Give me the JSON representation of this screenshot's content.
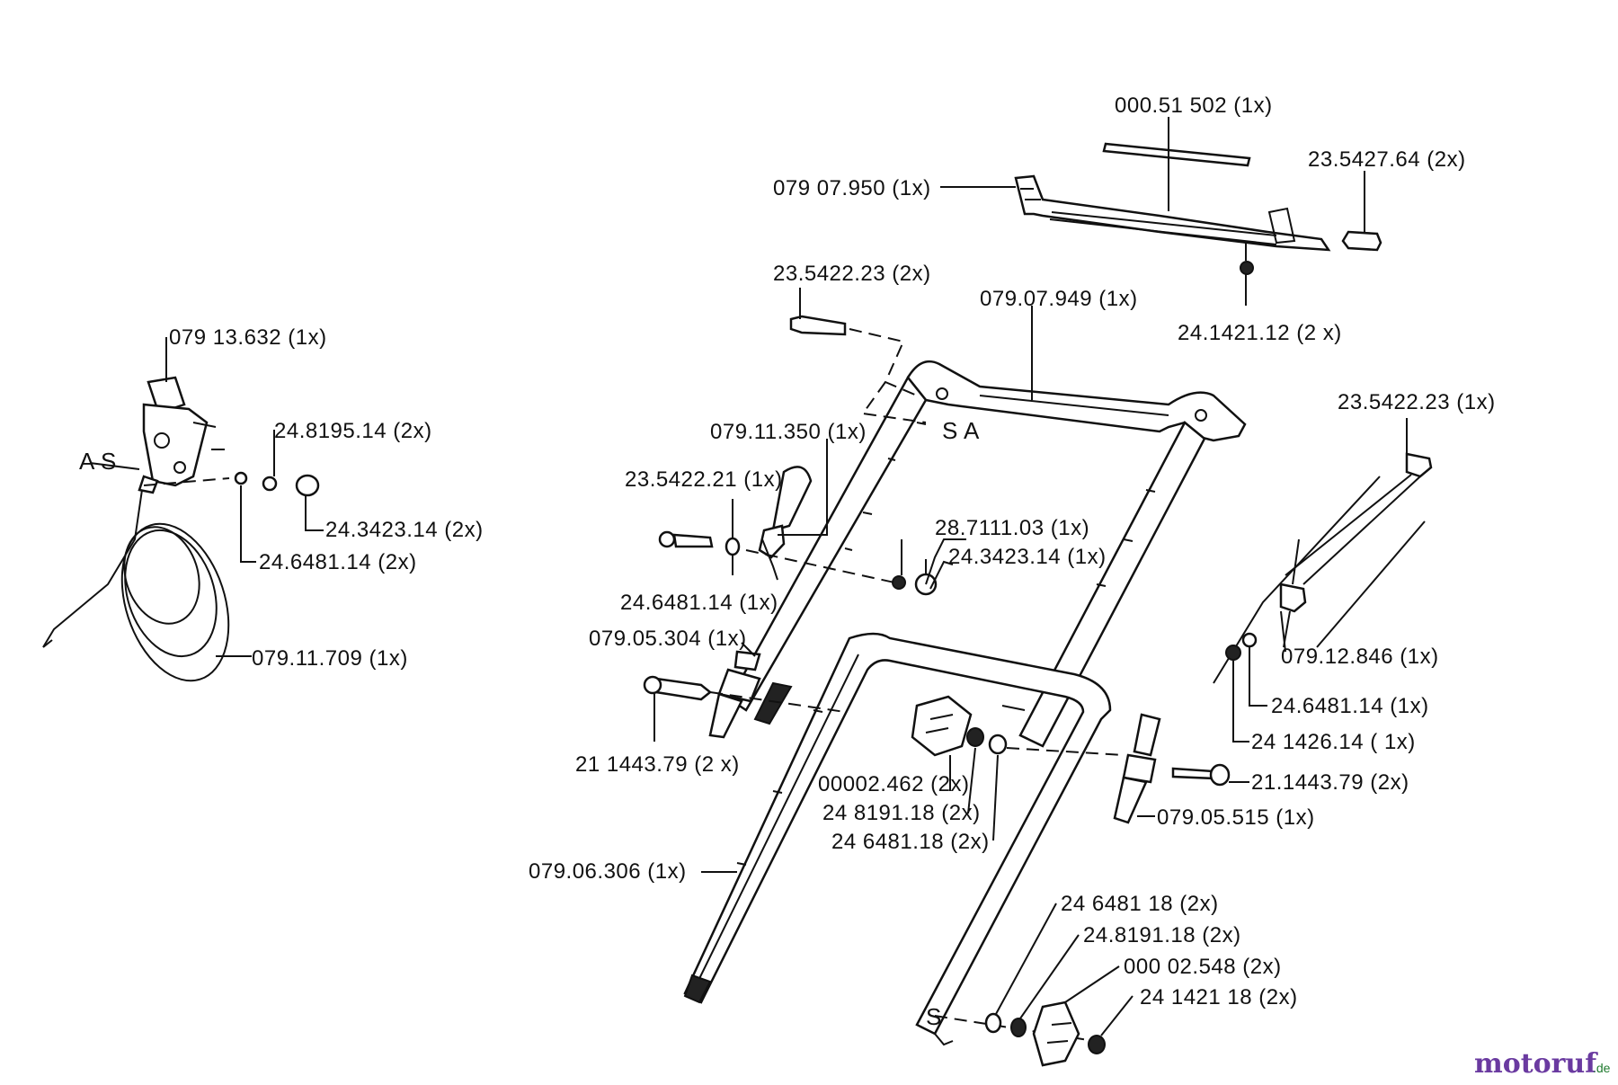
{
  "parts": {
    "p1": "000.51 502 (1x)",
    "p2": "079 07.950 (1x)",
    "p3": "23.5427.64 (2x)",
    "p4": "24.1421.12 (2 x)",
    "p5": "23.5422.23  (2x)",
    "p6": "079.07.949 (1x)",
    "p7": "079 13.632 (1x)",
    "p8": "24.8195.14  (2x)",
    "p9": "24.3423.14  (2x)",
    "p10": "24.6481.14  (2x)",
    "p11": "079.11.709  (1x)",
    "p12": "079.11.350  (1x)",
    "p13": "23.5422.21 (1x)",
    "p14": "24.6481.14  (1x)",
    "p15": "28.7111.03  (1x)",
    "p16": "24.3423.14  (1x)",
    "p17": "23.5422.23 (1x)",
    "p18": "079.05.304  (1x)",
    "p19": "21 1443.79  (2 x)",
    "p20": "079.12.846  (1x)",
    "p21": "24.6481.14 (1x)",
    "p22": "24 1426.14  ( 1x)",
    "p23": "00002.462 (2x)",
    "p24": "24 8191.18 (2x)",
    "p25": "24 6481.18 (2x)",
    "p26": "21.1443.79  (2x)",
    "p27": "079.05.515  (1x)",
    "p28": "079.06.306  (1x)",
    "p29": "24 6481 18  (2x)",
    "p30": "24.8191.18  (2x)",
    "p31": "000 02.548  (2x)",
    "p32": "24 1421 18  (2x)"
  },
  "markers": {
    "a_left": "A",
    "a_mid": "A",
    "s1": "S",
    "s2": "S",
    "s3": "S"
  },
  "watermark": {
    "main": "motoruf",
    "suffix": ".de"
  },
  "colors": {
    "watermark_primary": "#6a3aa0",
    "watermark_secondary": "#1f7a2e"
  }
}
